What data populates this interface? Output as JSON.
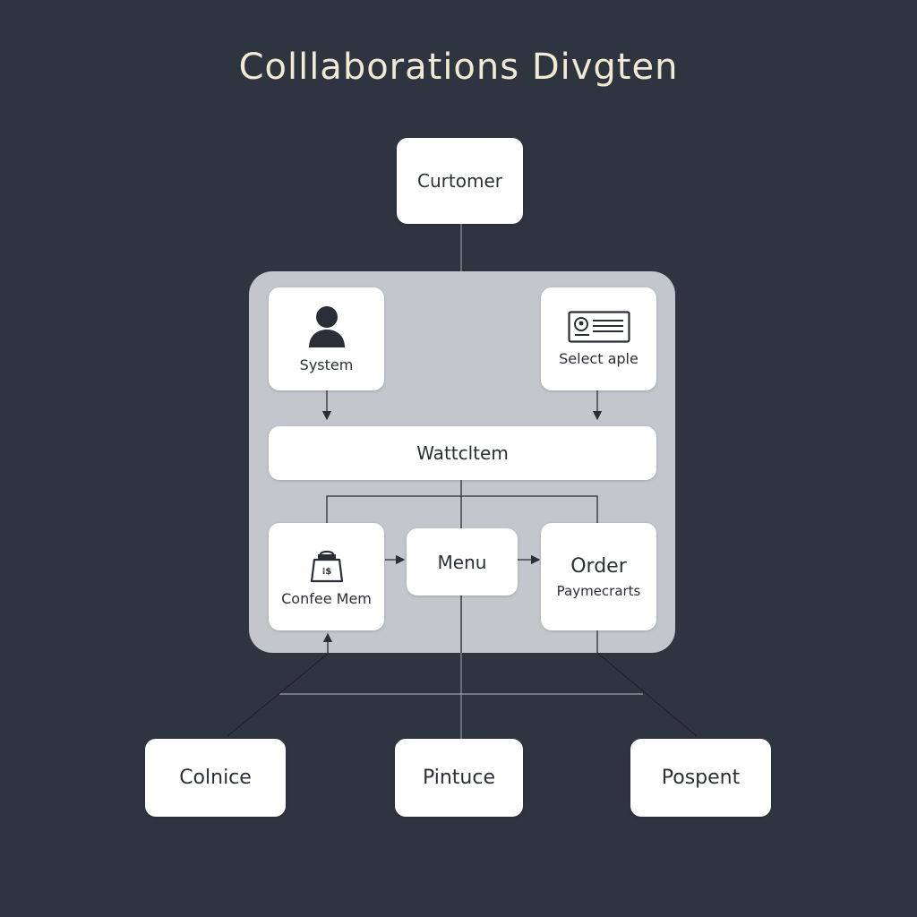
{
  "title": "Colllaborations Divgten",
  "nodes": {
    "customer": {
      "label": "Curtomer"
    },
    "system": {
      "label": "System",
      "icon": "user-icon"
    },
    "select_apple": {
      "label": "Select aple",
      "icon": "id-card-icon"
    },
    "watch_item": {
      "label": "Wattcltem"
    },
    "coffee_menu": {
      "label": "Confee Mem",
      "icon": "shopping-bag-icon"
    },
    "menu": {
      "label": "Menu"
    },
    "order": {
      "label": "Order",
      "sublabel": "Paymecrarts"
    },
    "colnice": {
      "label": "Colnice"
    },
    "pintuce": {
      "label": "Pintuce"
    },
    "pospent": {
      "label": "Pospent"
    }
  },
  "colors": {
    "background": "#2f3540",
    "container": "#c3c6cc",
    "node": "#ffffff",
    "title": "#f2ead2",
    "connector": "#2a2f37"
  }
}
